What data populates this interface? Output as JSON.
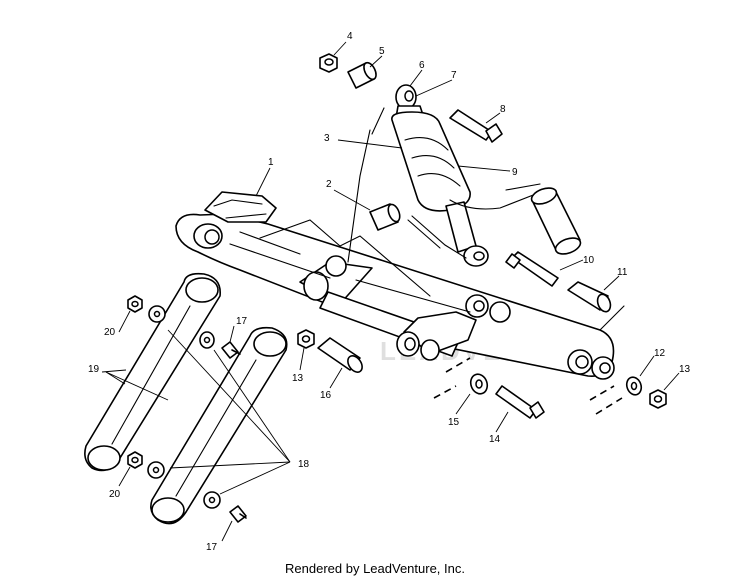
{
  "callouts": {
    "c1": "1",
    "c2": "2",
    "c3": "3",
    "c4": "4",
    "c5": "5",
    "c6": "6",
    "c7": "7",
    "c8": "8",
    "c9": "9",
    "c10": "10",
    "c11": "11",
    "c12": "12",
    "c13a": "13",
    "c13b": "13",
    "c14": "14",
    "c15": "15",
    "c16": "16",
    "c17a": "17",
    "c17b": "17",
    "c18": "18",
    "c19": "19",
    "c20a": "20",
    "c20b": "20"
  },
  "watermark": {
    "text": "LEADVENTURE"
  },
  "footer": {
    "text": "Rendered by LeadVenture, Inc."
  }
}
